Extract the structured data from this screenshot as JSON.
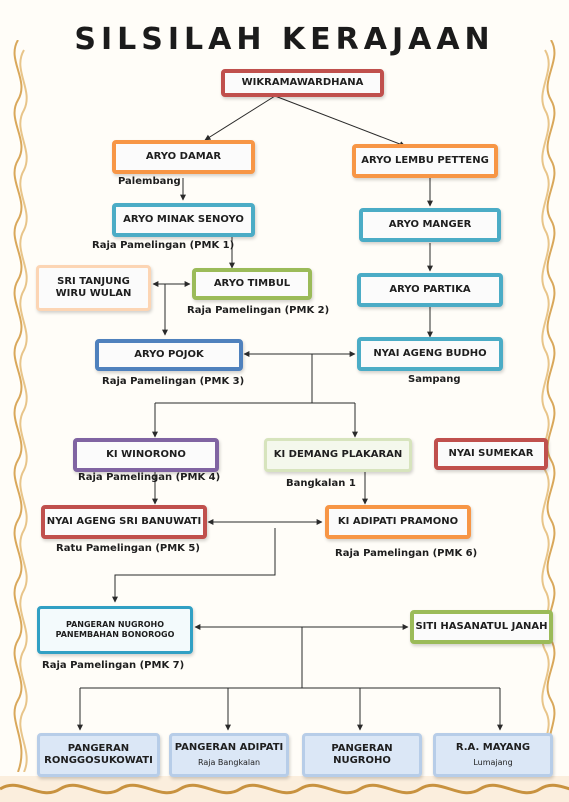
{
  "title": "SILSILAH KERAJAAN",
  "nodes": {
    "wikramawardhana": "WIKRAMAWARDHANA",
    "aryo_damar": "ARYO DAMAR",
    "aryo_lembu_petteng": "ARYO LEMBU PETTENG",
    "aryo_minak_senoyo": "ARYO MINAK SENOYO",
    "aryo_manger": "ARYO MANGER",
    "sri_tanjung_line1": "SRI TANJUNG",
    "sri_tanjung_line2": "WIRU WULAN",
    "aryo_timbul": "ARYO TIMBUL",
    "aryo_partika": "ARYO PARTIKA",
    "aryo_pojok": "ARYO POJOK",
    "nyai_ageng_budho": "NYAI AGENG BUDHO",
    "ki_winorono": "KI WINORONO",
    "ki_demang_plakaran": "KI DEMANG PLAKARAN",
    "nyai_sumekar": "NYAI SUMEKAR",
    "nyai_ageng_sri_banuwati": "NYAI AGENG SRI BANUWATI",
    "ki_adipati_pramono": "KI ADIPATI PRAMONO",
    "pangeran_nugroho_line1": "PANGERAN NUGROHO",
    "pangeran_nugroho_line2": "PANEMBAHAN BONOROGO",
    "siti_hasanatul_janah": "SITI HASANATUL JANAH",
    "ronggosukowati_line1": "PANGERAN",
    "ronggosukowati_line2": "RONGGOSUKOWATI",
    "pangeran_adipati": "PANGERAN ADIPATI",
    "pangeran_adipati_sub": "Raja Bangkalan",
    "nugroho_line1": "PANGERAN",
    "nugroho_line2": "NUGROHO",
    "ra_mayang": "R.A. MAYANG",
    "ra_mayang_sub": "Lumajang"
  },
  "captions": {
    "palembang": "Palembang",
    "pmk1": "Raja Pamelingan (PMK 1)",
    "pmk2": "Raja Pamelingan (PMK 2)",
    "pmk3": "Raja Pamelingan (PMK 3)",
    "sampang": "Sampang",
    "pmk4": "Raja Pamelingan (PMK 4)",
    "bangkalan1": "Bangkalan 1",
    "pmk5": "Ratu Pamelingan (PMK 5)",
    "pmk6": "Raja Pamelingan (PMK 6)",
    "pmk7": "Raja Pamelingan (PMK 7)"
  },
  "colors": {
    "red": "#c0504d",
    "orange": "#f79646",
    "blue": "#4bacc6",
    "green": "#9bbb59",
    "purple": "#8064a2",
    "border_gold": "#d9a85b"
  }
}
